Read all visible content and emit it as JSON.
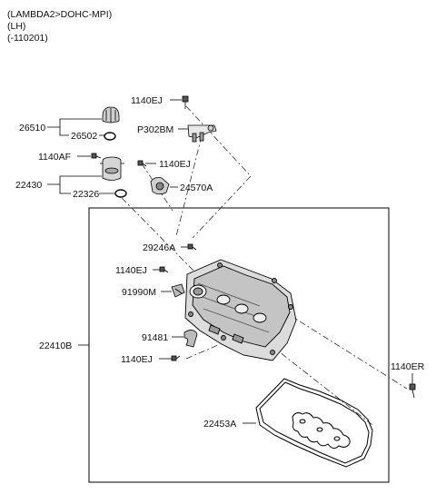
{
  "header": {
    "engine": "(LAMBDA2>DOHC-MPI)",
    "side": "(LH)",
    "date_range": "(-110201)"
  },
  "parts": {
    "p1140EJ_top": "1140EJ",
    "pP302BM": "P302BM",
    "p26510": "26510",
    "p26502": "26502",
    "p1140AF": "1140AF",
    "p1140EJ_mid": "1140EJ",
    "p22430": "22430",
    "p22326": "22326",
    "p24570A": "24570A",
    "p29246A": "29246A",
    "p1140EJ_left": "1140EJ",
    "p91990M": "91990M",
    "p22410B": "22410B",
    "p91481": "91481",
    "p1140EJ_low": "1140EJ",
    "p1140ER": "1140ER",
    "p22453A": "22453A"
  }
}
